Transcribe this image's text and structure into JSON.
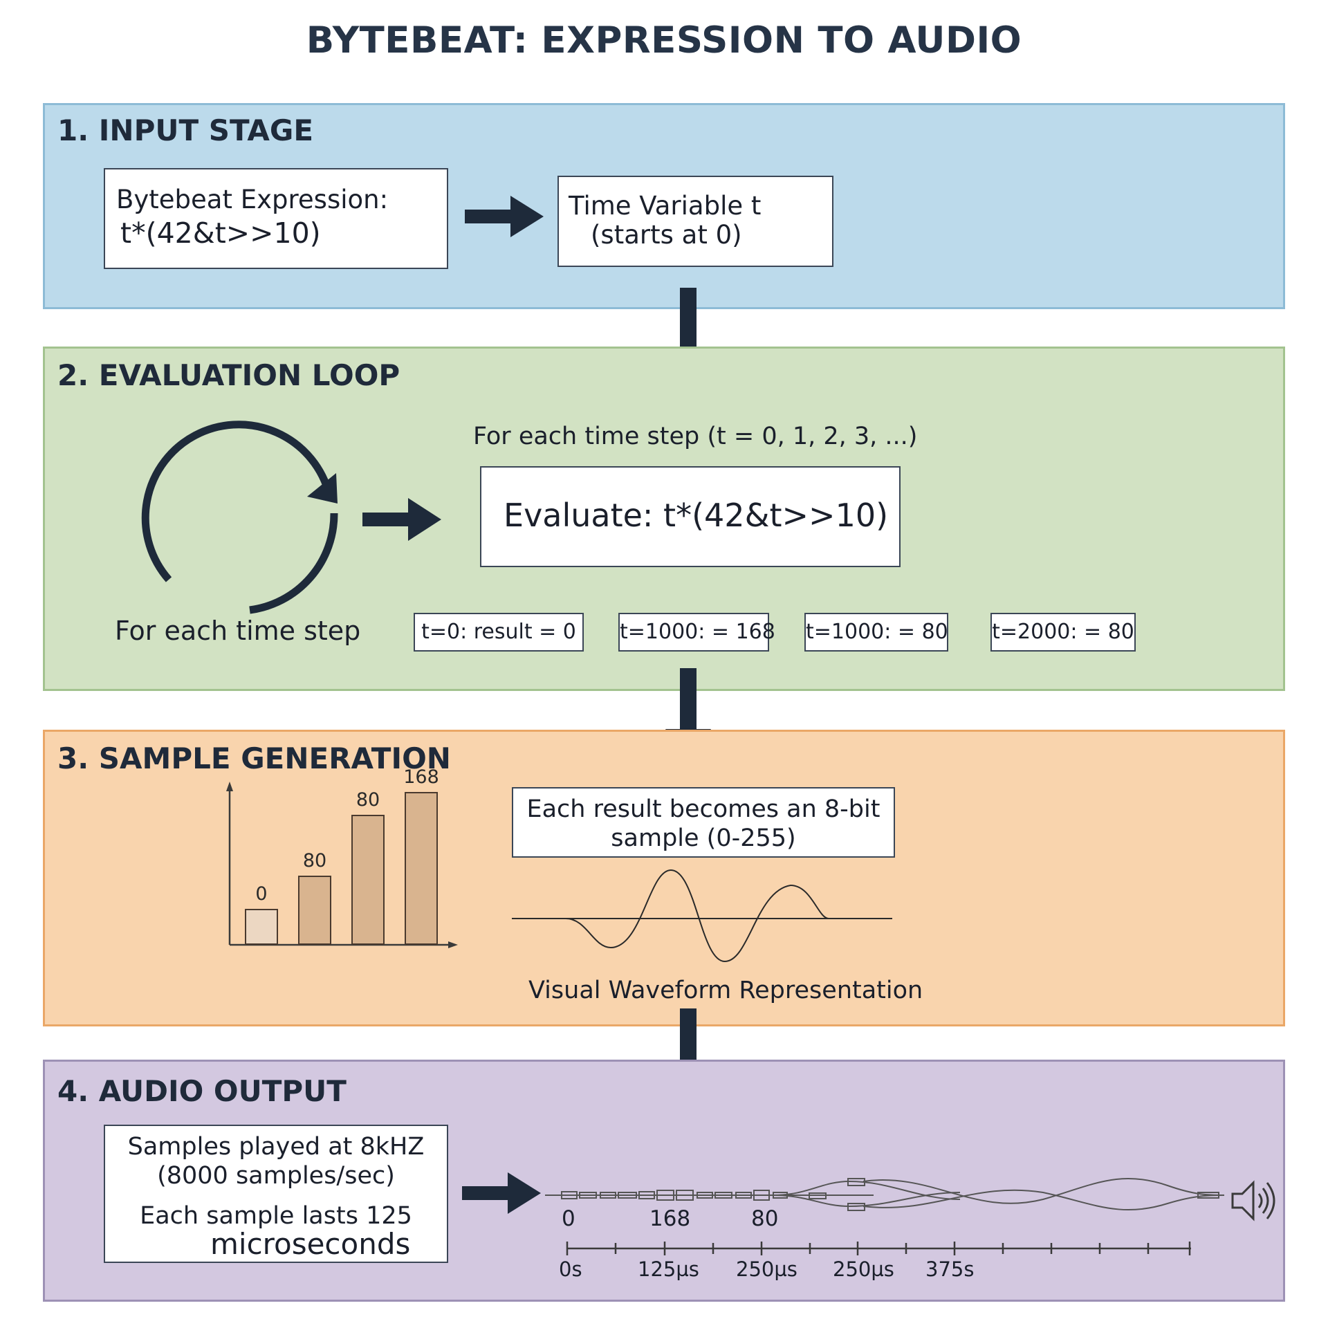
{
  "title": "BYTEBEAT: EXPRESSION TO AUDIO",
  "colors": {
    "dark": "#1e2a3a",
    "input_bg": "#bcdaeb",
    "loop_bg": "#d2e2c3",
    "sample_bg": "#f9d4ad",
    "audio_bg": "#d3c8e0",
    "bar_fill": "#d9b48f"
  },
  "stages": {
    "input": {
      "heading": "1. INPUT STAGE",
      "expression_label": "Bytebeat Expression:",
      "expression": "t*(42&t>>10)",
      "time_variable_line1": "Time Variable  t",
      "time_variable_line2": "(starts at 0)"
    },
    "loop": {
      "heading": "2. EVALUATION LOOP",
      "caption": "For each time step (t = 0, 1, 2, 3, ...)",
      "evaluate": "Evaluate: t*(42&t>>10)",
      "cycle_label": "For each time step",
      "results": [
        "t=0: result = 0",
        "t=1000: = 168",
        "t=1000: = 80",
        "t=2000: = 80"
      ]
    },
    "sample": {
      "heading": "3. SAMPLE GENERATION",
      "note_line1": "Each  result becomes an 8-bit",
      "note_line2": "sample (0-255)",
      "waveform_label": "Visual Waveform Representation"
    },
    "audio": {
      "heading": "4. AUDIO OUTPUT",
      "line1": "Samples played at 8kHZ",
      "line2": "(8000 samples/sec)",
      "line3": "Each sample lasts 125",
      "line4": "microseconds",
      "sample_values": [
        "0",
        "168",
        "80"
      ],
      "time_ticks": [
        "0s",
        "125µs",
        "250µs",
        "250µs",
        "375s"
      ],
      "speaker_icon": "speaker-icon"
    }
  },
  "chart_data": {
    "type": "bar",
    "categories": [
      "",
      "",
      "",
      ""
    ],
    "values": [
      0,
      80,
      80,
      168
    ],
    "value_labels": [
      "0",
      "80",
      "80",
      "168"
    ],
    "title": "",
    "xlabel": "",
    "ylabel": "",
    "ylim": [
      0,
      180
    ]
  }
}
